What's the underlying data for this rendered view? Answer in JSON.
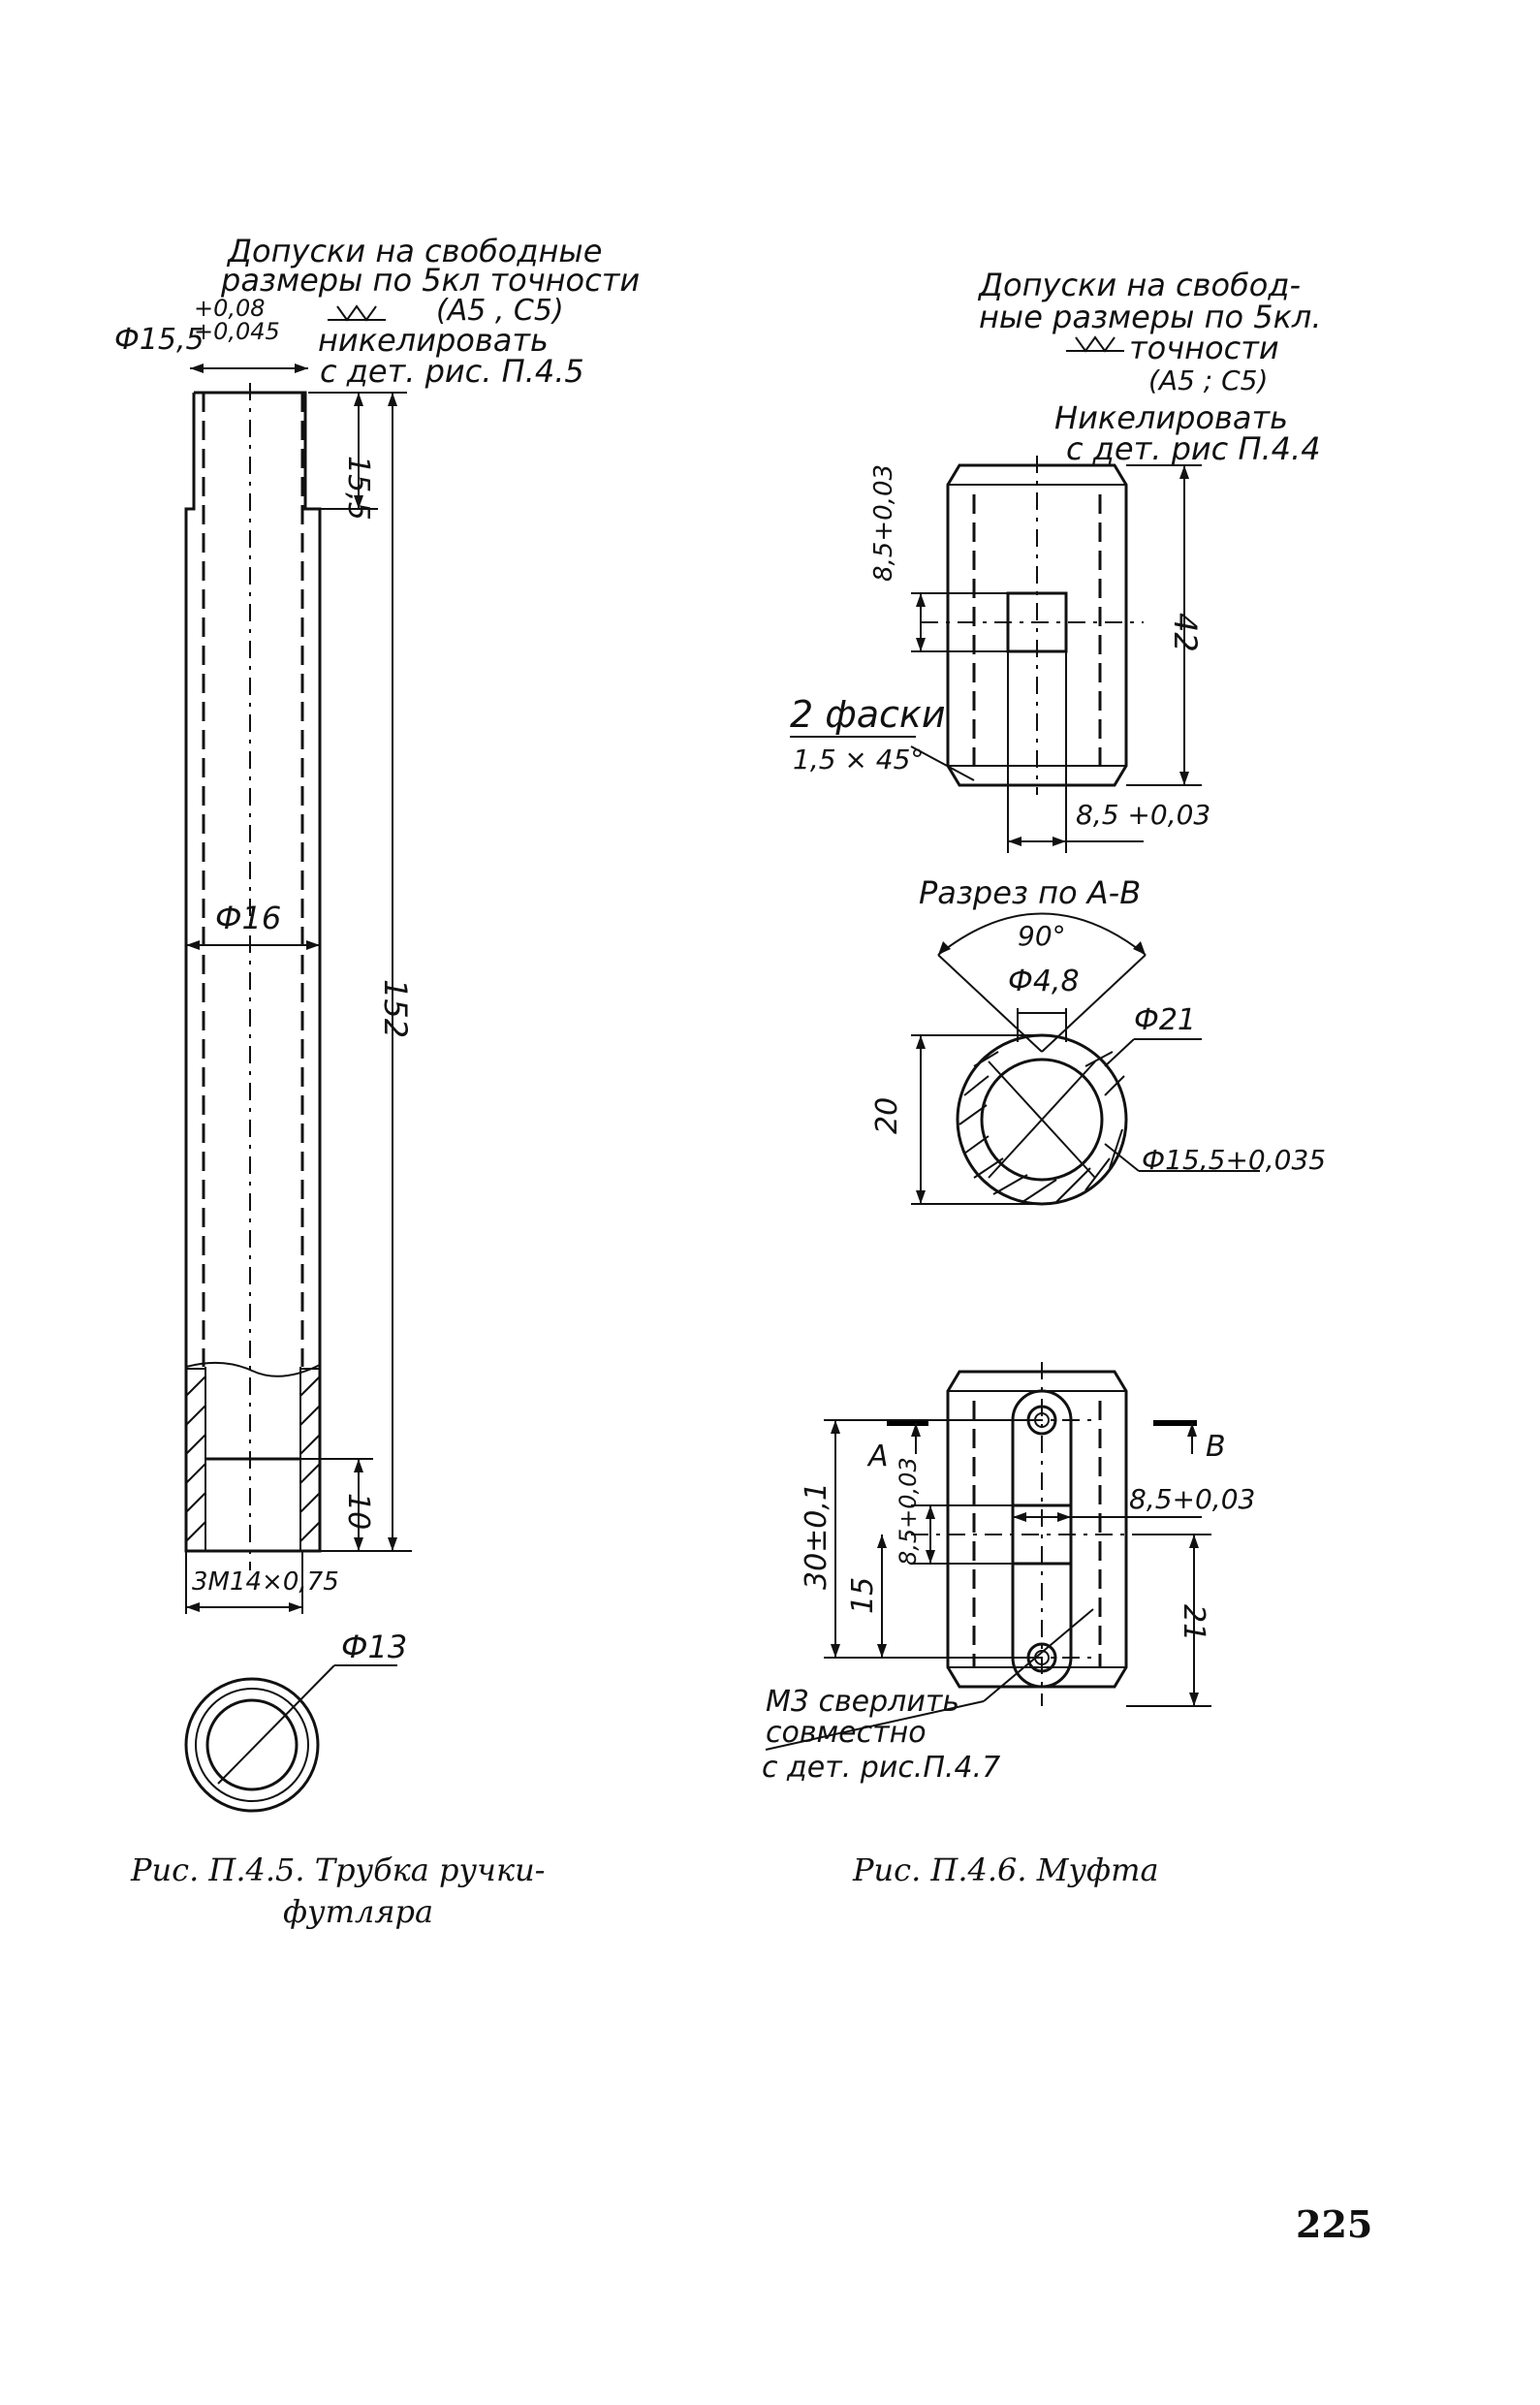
{
  "fig_tube": {
    "note_line1": "Допуски на свободные",
    "note_line2": "размеры по 5кл точности",
    "note_line3": "(A5 , C5)",
    "note_line4": "никелировать",
    "note_line5": "с дет. рис. П.4.5",
    "tol_upper": "+0,08",
    "tol_lower": "+0,045",
    "dim_phi155": "Ф15,5",
    "dim_155": "15,5",
    "dim_152": "152",
    "dim_phi16": "Ф16",
    "dim_10": "10",
    "dim_thread": "3М14×0,75",
    "dim_phi13": "Ф13",
    "caption_line1": "Рис. П.4.5. Трубка ручки-",
    "caption_line2": "футляра"
  },
  "fig_coupling": {
    "note_line1": "Допуски на свобод-",
    "note_line2": "ные размеры по 5кл.",
    "note_line3": "точности",
    "note_line4": "(A5 ; C5)",
    "note_line5": "Никелировать",
    "note_line6": "с дет. рис П.4.4",
    "dim_85_top": "8,5+0,03",
    "dim_42": "42",
    "chamfer_line1": "2 фаски",
    "chamfer_line2": "1,5 × 45°",
    "dim_85_bottom": "8,5 +0,03",
    "section_title": "Разрез по А-В",
    "dim_90": "90°",
    "dim_phi48": "Ф4,8",
    "dim_phi21": "Ф21",
    "dim_20": "20",
    "dim_phi155": "Ф15,5+0,035",
    "label_a": "А",
    "label_b": "В",
    "dim_30": "30±0,1",
    "dim_15": "15",
    "dim_85_mid": "8,5+0,03",
    "dim_85_right": "8,5+0,03",
    "dim_21": "21",
    "drill_line1": "М3 сверлить",
    "drill_line2": "совместно",
    "drill_line3": "с дет. рис.П.4.7",
    "caption": "Рис. П.4.6. Муфта"
  },
  "page_number": "225"
}
